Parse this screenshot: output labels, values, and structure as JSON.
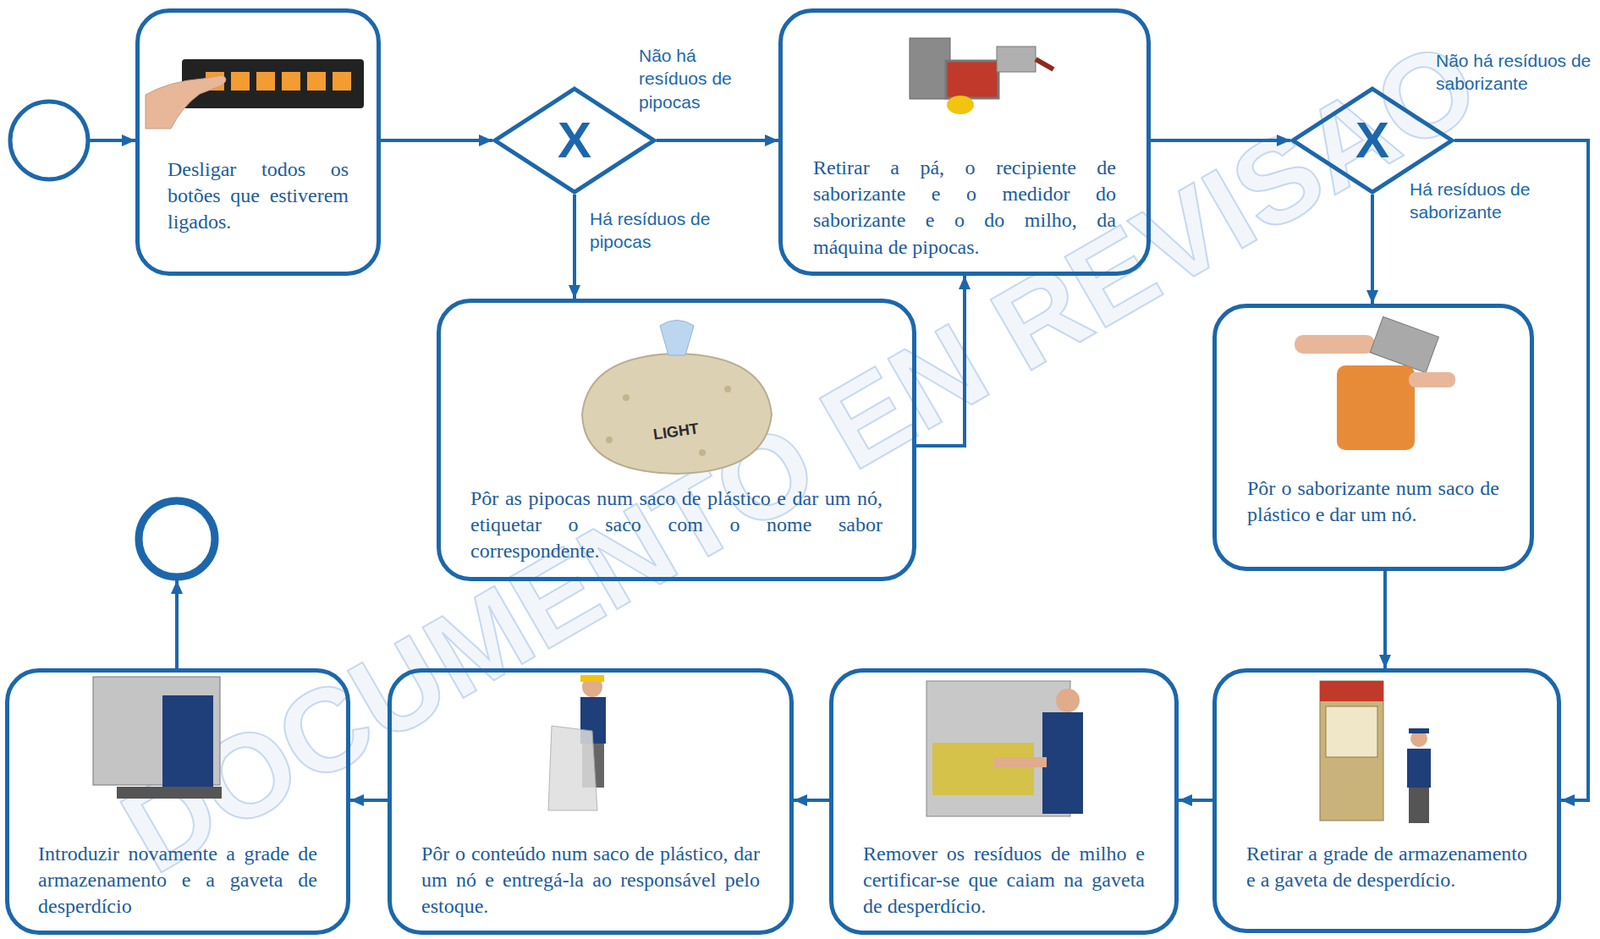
{
  "diagram": {
    "nodes": [
      {
        "text": [
          "Desligar todos os botões que estiverem ligados."
        ]
      },
      {
        "text": [
          "X"
        ]
      },
      {
        "text": [
          "Retirar a pá, o recipiente de saborizante e o medidor do saborizante e o do milho, da máquina de pipocas."
        ]
      },
      {
        "text": [
          "X"
        ]
      },
      {
        "text": [
          "Pôr as pipocas num saco de plástico e dar um nó, etiquetar o saco com o nome sabor correspondente."
        ]
      },
      {
        "text": [
          "Pôr o saborizante num saco de plástico e dar um nó."
        ]
      },
      {
        "text": [
          "Introduzir novamente a grade de armazenamento e a gaveta de desperdício"
        ]
      },
      {
        "text": [
          "Pôr o conteúdo num saco de plástico, dar um nó e entregá-la ao responsável pelo estoque."
        ]
      },
      {
        "text": [
          "Remover os resíduos de milho e certificar-se que caiam na gaveta de desperdício."
        ]
      },
      {
        "text": [
          "Retirar a grade de armazenamento e a gaveta de desperdício."
        ]
      }
    ],
    "edges": [
      {
        "from": 0,
        "to": 1,
        "arrow": "to"
      },
      {
        "from": 1,
        "to": 2,
        "arrow": "to",
        "label": "Não há resíduos de pipocas"
      },
      {
        "from": 1,
        "to": 4,
        "arrow": "to",
        "label": "Há resíduos de pipocas"
      },
      {
        "from": 4,
        "to": 2,
        "arrow": "to"
      },
      {
        "from": 2,
        "to": 3,
        "arrow": "to"
      },
      {
        "from": 3,
        "to": 9,
        "arrow": "to",
        "label": "Não há resíduos de saborizante"
      },
      {
        "from": 3,
        "to": 5,
        "arrow": "to",
        "label": "Há resíduos de saborizante"
      },
      {
        "from": 5,
        "to": 9,
        "arrow": "to"
      },
      {
        "from": 9,
        "to": 8,
        "arrow": "to"
      },
      {
        "from": 8,
        "to": 7,
        "arrow": "to"
      },
      {
        "from": 7,
        "to": 6,
        "arrow": "to"
      }
    ],
    "labels": [
      "DOCUMENTO EN REVISAO",
      "LIGHT"
    ]
  }
}
